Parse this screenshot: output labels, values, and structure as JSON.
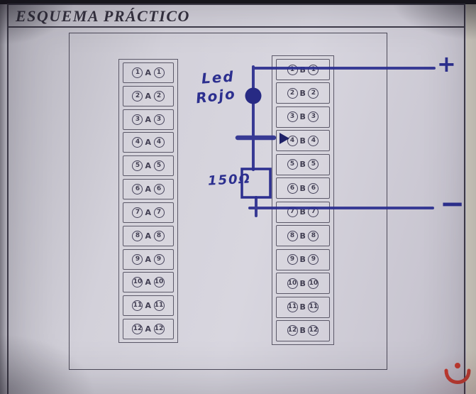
{
  "title": "ESQUEMA PRÁCTICO",
  "rows_a": [
    {
      "l": "1",
      "c": "A",
      "r": "1"
    },
    {
      "l": "2",
      "c": "A",
      "r": "2"
    },
    {
      "l": "3",
      "c": "A",
      "r": "3"
    },
    {
      "l": "4",
      "c": "A",
      "r": "4"
    },
    {
      "l": "5",
      "c": "A",
      "r": "5"
    },
    {
      "l": "6",
      "c": "A",
      "r": "6"
    },
    {
      "l": "7",
      "c": "A",
      "r": "7"
    },
    {
      "l": "8",
      "c": "A",
      "r": "8"
    },
    {
      "l": "9",
      "c": "A",
      "r": "9"
    },
    {
      "l": "10",
      "c": "A",
      "r": "10"
    },
    {
      "l": "11",
      "c": "A",
      "r": "11"
    },
    {
      "l": "12",
      "c": "A",
      "r": "12"
    }
  ],
  "rows_b": [
    {
      "l": "1",
      "c": "B",
      "r": "1"
    },
    {
      "l": "2",
      "c": "B",
      "r": "2"
    },
    {
      "l": "3",
      "c": "B",
      "r": "3"
    },
    {
      "l": "4",
      "c": "B",
      "r": "4"
    },
    {
      "l": "5",
      "c": "B",
      "r": "5"
    },
    {
      "l": "6",
      "c": "B",
      "r": "6"
    },
    {
      "l": "7",
      "c": "B",
      "r": "7"
    },
    {
      "l": "8",
      "c": "B",
      "r": "8"
    },
    {
      "l": "9",
      "c": "B",
      "r": "9"
    },
    {
      "l": "10",
      "c": "B",
      "r": "10"
    },
    {
      "l": "11",
      "c": "B",
      "r": "11"
    },
    {
      "l": "12",
      "c": "B",
      "r": "12"
    }
  ],
  "circuit": {
    "led_label_line1": "Led",
    "led_label_line2": "Rojo",
    "resistor_label": "150Ω",
    "plus_symbol": "+",
    "minus_symbol": "−"
  },
  "colors": {
    "ink": "#2c2f8f",
    "print": "#413e52",
    "paper": "#d6d4dd",
    "watermark_red": "#c8392d"
  }
}
